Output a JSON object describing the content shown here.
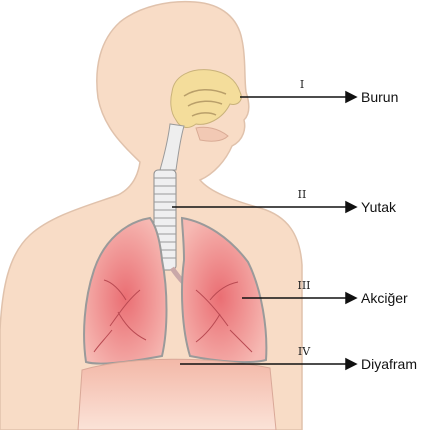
{
  "labels": [
    {
      "numeral": "I",
      "name": "Burun"
    },
    {
      "numeral": "II",
      "name": "Yutak"
    },
    {
      "numeral": "III",
      "name": "Akciğer"
    },
    {
      "numeral": "IV",
      "name": "Diyafram"
    }
  ],
  "colors": {
    "skin": "#f8dcc6",
    "skin_outline": "#d7b9a3",
    "nasal": "#f4dd9b",
    "lung": "#e9767a",
    "lung_light": "#f4b1aa",
    "trachea": "#efeff0",
    "diaphragm": "#f0b0a0",
    "line": "#111111"
  }
}
